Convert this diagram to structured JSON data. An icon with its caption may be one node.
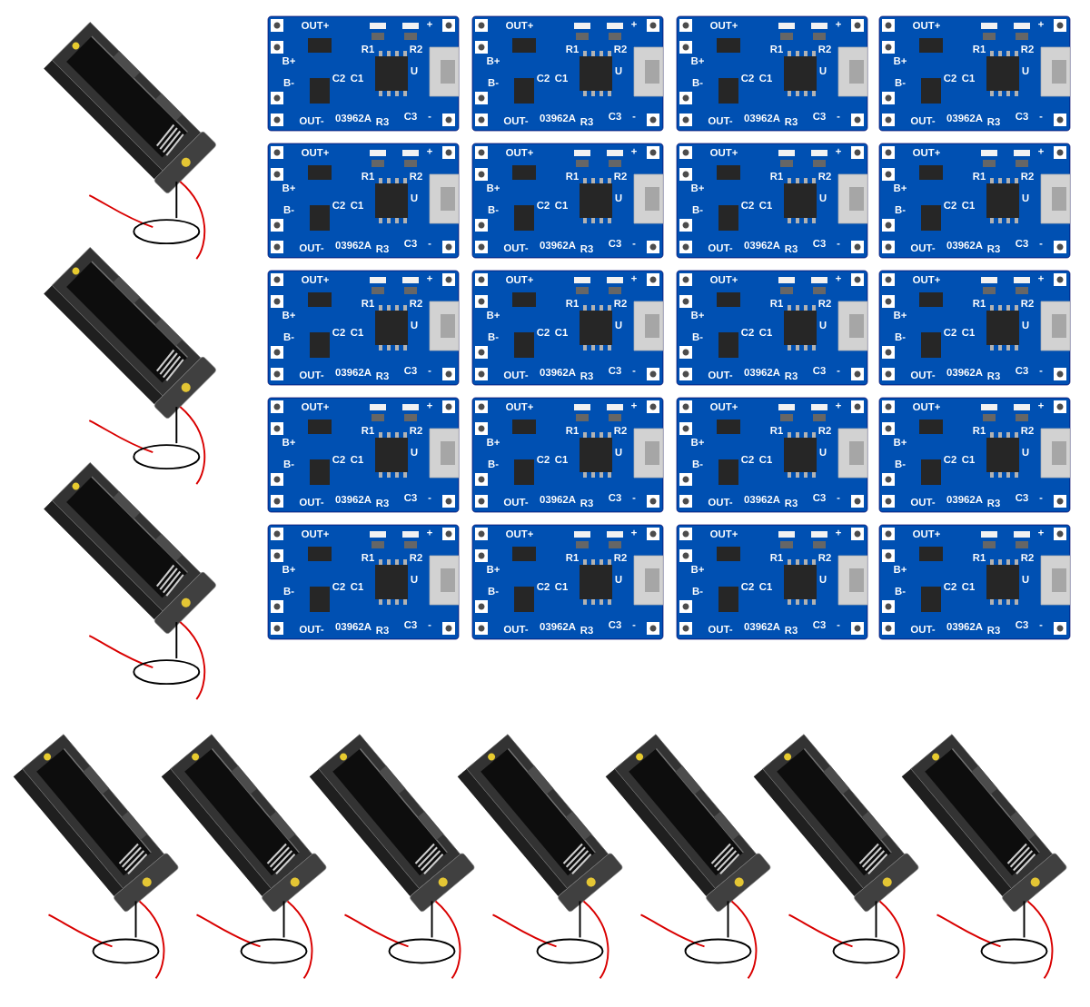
{
  "diagram": {
    "nodes": [
      {
        "text": [],
        "shape": "picture"
      },
      {
        "text": [],
        "shape": "picture"
      },
      {
        "text": [],
        "shape": "picture"
      },
      {
        "text": [
          "OUT+",
          "+",
          "B+",
          "B-",
          "OUT-",
          "-",
          "R1",
          "R2",
          "C2",
          "C1",
          "U",
          "03962A",
          "R3",
          "C3"
        ]
      },
      {
        "text": [
          "OUT+",
          "+",
          "B+",
          "B-",
          "OUT-",
          "-",
          "R1",
          "R2",
          "C2",
          "C1",
          "U",
          "03962A",
          "R3",
          "C3"
        ]
      },
      {
        "text": [
          "OUT+",
          "+",
          "B+",
          "B-",
          "OUT-",
          "-",
          "R1",
          "R2",
          "C2",
          "C1",
          "U",
          "03962A",
          "R3",
          "C3"
        ]
      },
      {
        "text": [
          "OUT+",
          "+",
          "B+",
          "B-",
          "OUT-",
          "-",
          "R1",
          "R2",
          "C2",
          "C1",
          "U",
          "03962A",
          "R3",
          "C3"
        ]
      },
      {
        "text": [
          "OUT+",
          "+",
          "B+",
          "B-",
          "OUT-",
          "-",
          "R1",
          "R2",
          "C2",
          "C1",
          "U",
          "03962A",
          "R3",
          "C3"
        ]
      },
      {
        "text": [
          "OUT+",
          "+",
          "B+",
          "B-",
          "OUT-",
          "-",
          "R1",
          "R2",
          "C2",
          "C1",
          "U",
          "03962A",
          "R3",
          "C3"
        ]
      },
      {
        "text": [
          "OUT+",
          "+",
          "B+",
          "B-",
          "OUT-",
          "-",
          "R1",
          "R2",
          "C2",
          "C1",
          "U",
          "03962A",
          "R3",
          "C3"
        ]
      },
      {
        "text": [
          "OUT+",
          "+",
          "B+",
          "B-",
          "OUT-",
          "-",
          "R1",
          "R2",
          "C2",
          "C1",
          "U",
          "03962A",
          "R3",
          "C3"
        ]
      },
      {
        "text": [
          "OUT+",
          "+",
          "B+",
          "B-",
          "OUT-",
          "-",
          "R1",
          "R2",
          "C2",
          "C1",
          "U",
          "03962A",
          "R3",
          "C3"
        ]
      },
      {
        "text": [
          "OUT+",
          "+",
          "B+",
          "B-",
          "OUT-",
          "-",
          "R1",
          "R2",
          "C2",
          "C1",
          "U",
          "03962A",
          "R3",
          "C3"
        ]
      },
      {
        "text": [
          "OUT+",
          "+",
          "B+",
          "B-",
          "OUT-",
          "-",
          "R1",
          "R2",
          "C2",
          "C1",
          "U",
          "03962A",
          "R3",
          "C3"
        ]
      },
      {
        "text": [
          "OUT+",
          "+",
          "B+",
          "B-",
          "OUT-",
          "-",
          "R1",
          "R2",
          "C2",
          "C1",
          "U",
          "03962A",
          "R3",
          "C3"
        ]
      },
      {
        "text": [
          "OUT+",
          "+",
          "B+",
          "B-",
          "OUT-",
          "-",
          "R1",
          "R2",
          "C2",
          "C1",
          "U",
          "03962A",
          "R3",
          "C3"
        ]
      },
      {
        "text": [
          "OUT+",
          "+",
          "B+",
          "B-",
          "OUT-",
          "-",
          "R1",
          "R2",
          "C2",
          "C1",
          "U",
          "03962A",
          "R3",
          "C3"
        ]
      },
      {
        "text": [
          "OUT+",
          "+",
          "B+",
          "B-",
          "OUT-",
          "-",
          "R1",
          "R2",
          "C2",
          "C1",
          "U",
          "03962A",
          "R3",
          "C3"
        ]
      },
      {
        "text": [
          "OUT+",
          "+",
          "B+",
          "B-",
          "OUT-",
          "-",
          "R1",
          "R2",
          "C2",
          "C1",
          "U",
          "03962A",
          "R3",
          "C3"
        ]
      },
      {
        "text": [
          "OUT+",
          "+",
          "B+",
          "B-",
          "OUT-",
          "-",
          "R1",
          "R2",
          "C2",
          "C1",
          "U",
          "03962A",
          "R3",
          "C3"
        ]
      },
      {
        "text": [
          "OUT+",
          "+",
          "B+",
          "B-",
          "OUT-",
          "-",
          "R1",
          "R2",
          "C2",
          "C1",
          "U",
          "03962A",
          "R3",
          "C3"
        ]
      },
      {
        "text": [
          "OUT+",
          "+",
          "B+",
          "B-",
          "OUT-",
          "-",
          "R1",
          "R2",
          "C2",
          "C1",
          "U",
          "03962A",
          "R3",
          "C3"
        ]
      },
      {
        "text": [
          "OUT+",
          "+",
          "B+",
          "B-",
          "OUT-",
          "-",
          "R1",
          "R2",
          "C2",
          "C1",
          "U",
          "03962A",
          "R3",
          "C3"
        ]
      },
      {
        "text": [],
        "shape": "picture"
      },
      {
        "text": [],
        "shape": "picture"
      },
      {
        "text": [],
        "shape": "picture"
      },
      {
        "text": [],
        "shape": "picture"
      },
      {
        "text": [],
        "shape": "picture"
      },
      {
        "text": [],
        "shape": "picture"
      },
      {
        "text": [],
        "shape": "picture"
      }
    ]
  }
}
